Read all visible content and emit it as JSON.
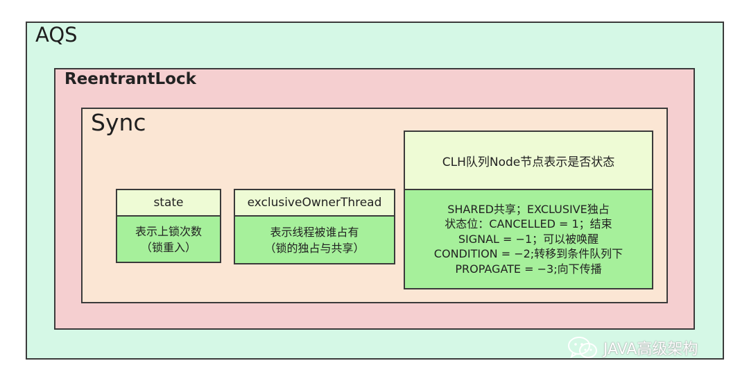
{
  "aqs": {
    "title": "AQS",
    "fill": "#d5f8e6"
  },
  "reentrant_lock": {
    "title": "ReentrantLock",
    "fill": "#f5cfd0"
  },
  "sync": {
    "title": "Sync",
    "fill": "#fbe6d4"
  },
  "state_card": {
    "header": "state",
    "lines": [
      "表示上锁次数",
      "（锁重入）"
    ]
  },
  "owner_card": {
    "header": "exclusiveOwnerThread",
    "lines": [
      "表示线程被谁占有",
      "（锁的独占与共享）"
    ]
  },
  "clh_card": {
    "header": "CLH队列Node节点表示是否状态",
    "lines": [
      "SHARED共享；EXCLUSIVE独占",
      "状态位：CANCELLED = 1；结束",
      "SIGNAL = −1；可以被唤醒",
      "CONDITION = −2;转移到条件队列下",
      "PROPAGATE = −3;向下传播"
    ]
  },
  "watermark": {
    "text": "JAVA高级架构",
    "icon": "wechat-icon"
  },
  "colors": {
    "card_header": "#eefbd5",
    "card_body": "#a6f09b",
    "border": "#3a3a3a"
  }
}
